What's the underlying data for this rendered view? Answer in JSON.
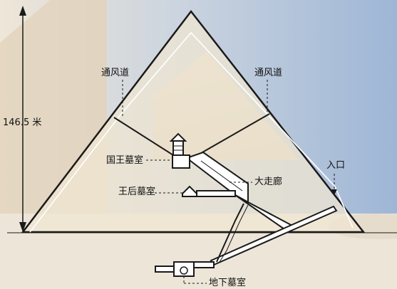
{
  "diagram": {
    "height_label": "146.5 米",
    "labels": {
      "air_shaft_left": "通风道",
      "air_shaft_right": "通风道",
      "kings_chamber": "国王墓室",
      "queens_chamber": "王后墓室",
      "grand_gallery": "大走廊",
      "entrance": "入口",
      "subterranean_chamber": "地下墓室"
    }
  },
  "colors": {
    "sky": "#9eb6d6",
    "sand": "#e7dccb",
    "pyramid_fill": "#efe6d2",
    "line": "#1a1a1a"
  }
}
